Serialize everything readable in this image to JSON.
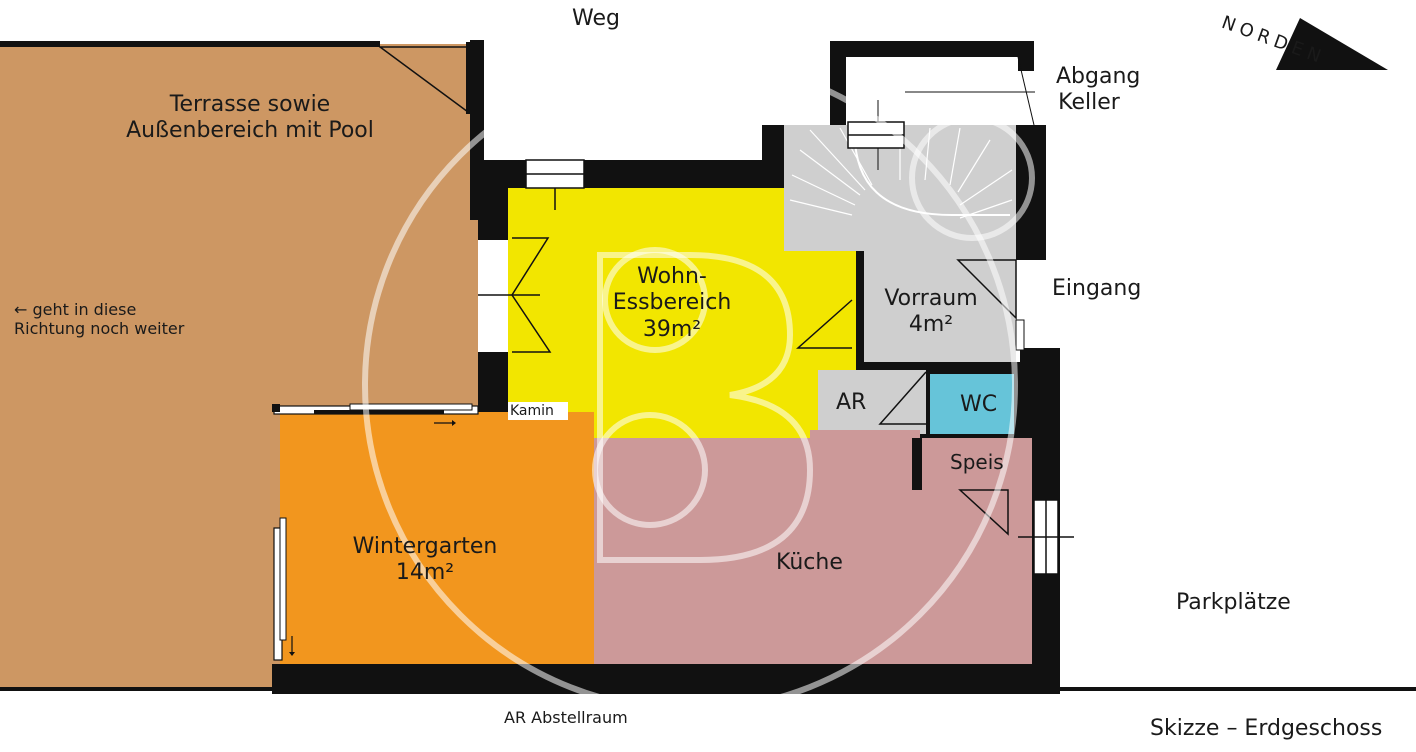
{
  "labels": {
    "weg": "Weg",
    "norden": "NORDEN",
    "abgang_keller": [
      "Abgang",
      "Keller"
    ],
    "terrasse": [
      "Terrasse sowie",
      "Außenbereich mit Pool"
    ],
    "direction_note": [
      "← geht in diese",
      "Richtung noch weiter"
    ],
    "wohn": [
      "Wohn-",
      "Essbereich",
      "39m²"
    ],
    "vorraum": [
      "Vorraum",
      "4m²"
    ],
    "eingang": "Eingang",
    "ar": "AR",
    "wc": "WC",
    "speis": "Speis",
    "kamin": "Kamin",
    "wintergarten": [
      "Wintergarten",
      "14m²"
    ],
    "kueche": "Küche",
    "parkplaetze": "Parkplätze",
    "legend": "AR   Abstellraum",
    "caption": "Skizze – Erdgeschoss"
  },
  "colors": {
    "terrace": "#cd9763",
    "living": "#f2e600",
    "vestibule": "#cfcfcf",
    "storage": "#cfcfcf",
    "wc": "#66c4d9",
    "pantry": "#cfcfcf",
    "conservatory": "#f2961e",
    "kitchen": "#cc9999",
    "stairs": "#cfcfcf",
    "walls": "#111111",
    "watermark": "#ffffff"
  }
}
